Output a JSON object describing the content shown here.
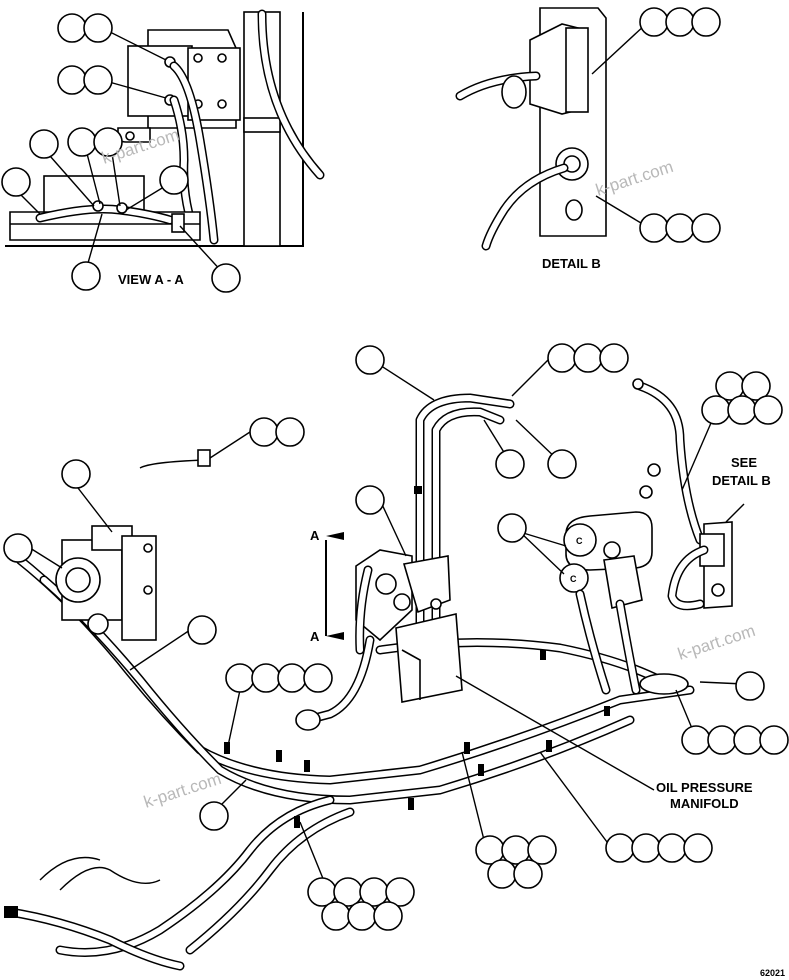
{
  "labels": {
    "view_aa": "VIEW A - A",
    "detail_b": "DETAIL B",
    "see_detail_b_1": "SEE",
    "see_detail_b_2": "DETAIL B",
    "oil_pressure_1": "OIL PRESSURE",
    "oil_pressure_2": "MANIFOLD",
    "section_a_top": "A",
    "section_a_bottom": "A",
    "callout_c1": "C",
    "callout_c2": "C",
    "drawing_number": "62021"
  },
  "watermarks": [
    "k-part.com",
    "k-part.com",
    "k-part.com",
    "k-part.com"
  ],
  "colors": {
    "line": "#000000",
    "background": "#ffffff",
    "watermark": "#b8b8b8"
  }
}
